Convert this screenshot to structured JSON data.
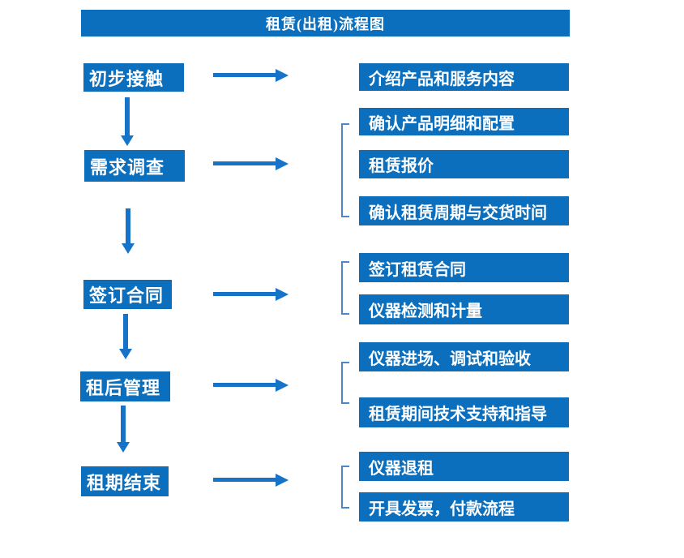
{
  "title": "租赁(出租)流程图",
  "colors": {
    "box_blue": "#0b6fbd",
    "arrow_blue": "#1573c9",
    "bracket_blue": "#4f86c6",
    "text_color": "#ffffff"
  },
  "steps": [
    {
      "label": "初步接触",
      "details": [
        "介绍产品和服务内容"
      ]
    },
    {
      "label": "需求调查",
      "details": [
        "确认产品明细和配置",
        "租赁报价",
        "确认租赁周期与交货时间"
      ]
    },
    {
      "label": "签订合同",
      "details": [
        "签订租赁合同",
        "仪器检测和计量"
      ]
    },
    {
      "label": "租后管理",
      "details": [
        "仪器进场、调试和验收",
        "租赁期间技术支持和指导"
      ]
    },
    {
      "label": "租期结束",
      "details": [
        "仪器退租",
        "开具发票，付款流程"
      ]
    }
  ]
}
